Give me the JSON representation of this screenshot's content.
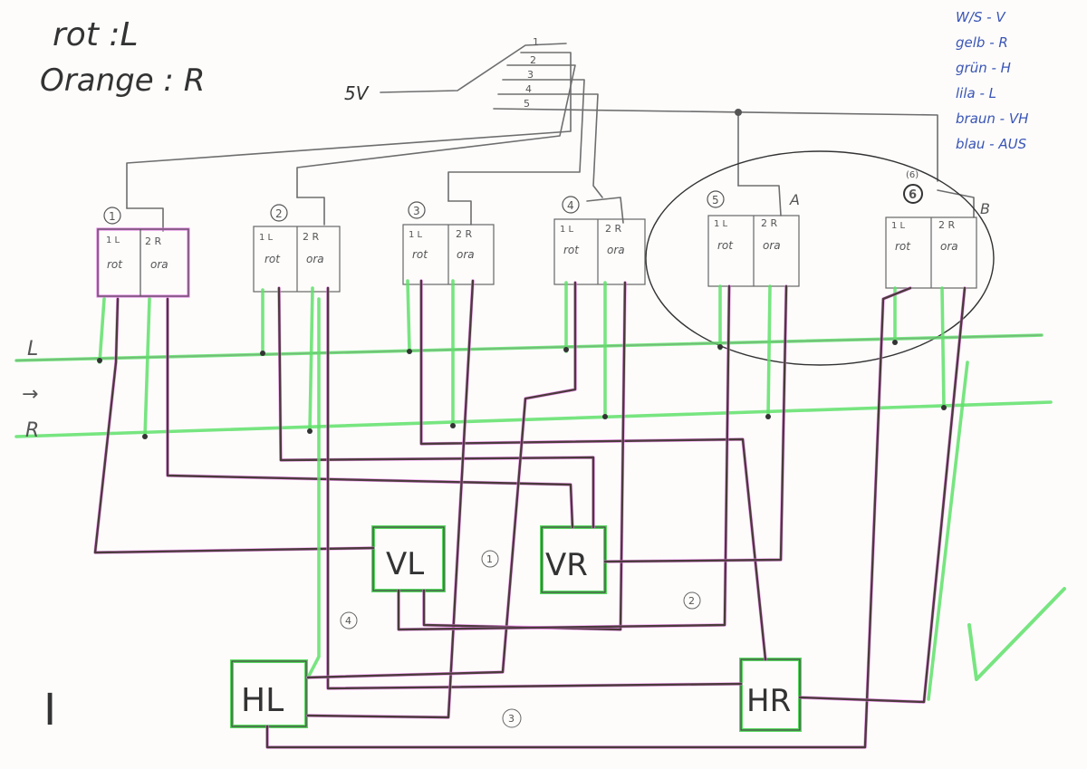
{
  "notes": {
    "rot": "rot :L",
    "orange": "Orange : R",
    "supply": "5V",
    "page_number": "I"
  },
  "legend": [
    {
      "text": "W/S - V"
    },
    {
      "text": "gelb - R"
    },
    {
      "text": "grün - H"
    },
    {
      "text": "lila - L"
    },
    {
      "text": "braun - VH"
    },
    {
      "text": "blau - AUS"
    }
  ],
  "connector_pins": [
    "1",
    "2",
    "3",
    "4",
    "5"
  ],
  "buses": {
    "left": "L",
    "right": "R",
    "arrow": "→"
  },
  "switches": [
    {
      "id": "1",
      "left_label": "1 L",
      "right_label": "2 R",
      "left_color": "rot",
      "right_color": "ora"
    },
    {
      "id": "2",
      "left_label": "1 L",
      "right_label": "2 R",
      "left_color": "rot",
      "right_color": "ora"
    },
    {
      "id": "3",
      "left_label": "1 L",
      "right_label": "2 R",
      "left_color": "rot",
      "right_color": "ora"
    },
    {
      "id": "4",
      "left_label": "1 L",
      "right_label": "2 R",
      "left_color": "rot",
      "right_color": "ora"
    },
    {
      "id": "5",
      "left_label": "1 L",
      "right_label": "2 R",
      "left_color": "rot",
      "right_color": "ora",
      "tag": "A"
    },
    {
      "id": "6",
      "left_label": "1 L",
      "right_label": "2 R",
      "left_color": "rot",
      "right_color": "ora",
      "tag": "B",
      "alt_id": "(6)"
    }
  ],
  "lamps": {
    "vl": "VL",
    "vr": "VR",
    "hl": "HL",
    "hr": "HR"
  },
  "circuit_marks": [
    "1",
    "2",
    "3",
    "4"
  ]
}
